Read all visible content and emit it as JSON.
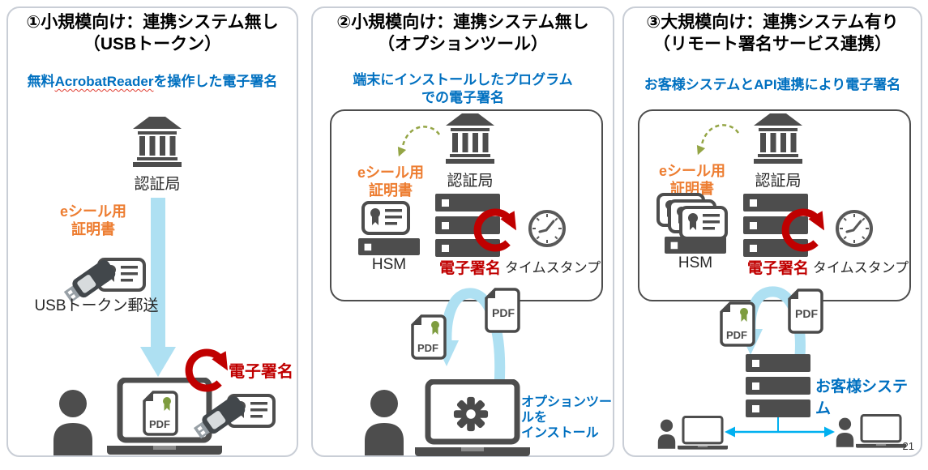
{
  "page": {
    "number": "21"
  },
  "colors": {
    "accent_blue": "#0070C0",
    "orange": "#ED7D31",
    "red": "#C00000",
    "pale_blue_arrow": "#AEE0F2",
    "cyan": "#00B0F0",
    "icon_gray": "#4D4D4D",
    "olive_green": "#94A545",
    "seal_green": "#7E9C3F",
    "panel_border": "#C9CED6"
  },
  "shared": {
    "pdf_label": "PDF",
    "ca_label": "認証局",
    "cert_label_line1": "eシール用",
    "cert_label_line2": "証明書",
    "sign_label": "電子署名",
    "hsm_label": "HSM",
    "timestamp_label": "タイムスタンプ"
  },
  "panel1": {
    "title_line1": "①小規模向け：連携システム無し",
    "title_line2": "（USBトークン）",
    "subtitle_pre": "無料",
    "subtitle_brand": "AcrobatReader",
    "subtitle_post": "を操作した電子署名",
    "usb_label": "USBトークン郵送"
  },
  "panel2": {
    "title_line1": "②小規模向け：連携システム無し",
    "title_line2": "（オプションツール）",
    "subtitle_line1": "端末にインストールしたプログラム",
    "subtitle_line2": "での電子署名",
    "tool_note_line1": "オプションツールを",
    "tool_note_line2": "インストール"
  },
  "panel3": {
    "title_line1": "③大規模向け：連携システム有り",
    "title_line2": "（リモート署名サービス連携）",
    "subtitle": "お客様システムとAPI連携により電子署名",
    "customer_system_label": "お客様システム"
  },
  "icons": {
    "bank-icon": "classical building (certification authority)",
    "certificate-icon": "card with seal ribbon",
    "usb-token-icon": "usb flash drive",
    "server-stack-icon": "stack of server units",
    "hsm-icon": "single server unit",
    "clock-icon": "clock face (timestamp)",
    "pdf-icon": "pdf document",
    "pdf-signed-icon": "pdf document with green seal",
    "person-icon": "person silhouette",
    "laptop-icon": "laptop",
    "gear-icon": "gear",
    "sign-cycle-icon": "red circular arrow",
    "issue-arrow-icon": "dashed curved arrow",
    "down-arrow-icon": "wide pale blue down arrow",
    "arch-arrow-icon": "pale blue arch arrow",
    "link-arrow-icon": "cyan double-headed arrow"
  }
}
